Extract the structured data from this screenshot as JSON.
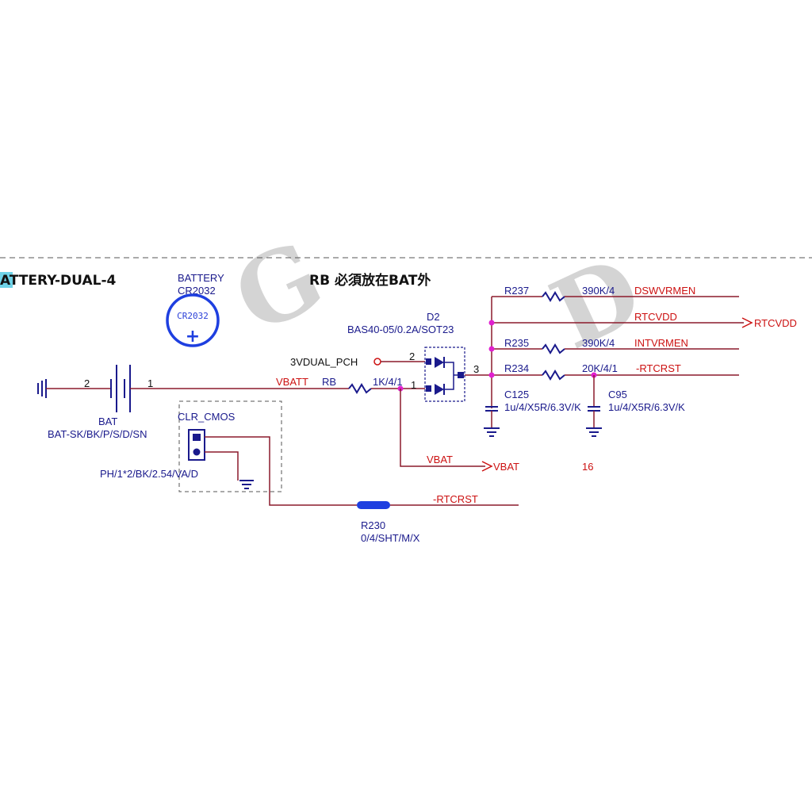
{
  "title": {
    "sheet": "ATTERY-DUAL-4",
    "note": "RB 必須放在BAT外"
  },
  "watermark": [
    "G",
    "D"
  ],
  "battery_symbol": {
    "ref": "BATTERY",
    "type": "CR2032",
    "inner_label": "CR2032",
    "plus": "+"
  },
  "bat": {
    "ref": "BAT",
    "part": "BAT-SK/BK/P/S/D/SN",
    "pin_left": "2",
    "pin_right": "1"
  },
  "clr_cmos": {
    "ref": "CLR_CMOS",
    "part": "PH/1*2/BK/2.54/VA/D"
  },
  "r230": {
    "ref": "R230",
    "value": "0/4/SHT/M/X"
  },
  "net_vbatt": "VBATT",
  "rb": {
    "ref": "RB",
    "value": "1K/4/1",
    "pin": "1"
  },
  "net_3vdual": "3VDUAL_PCH",
  "d2": {
    "ref": "D2",
    "part": "BAS40-05/0.2A/SOT23",
    "pin2": "2",
    "pin1": "1",
    "pin3": "3"
  },
  "resistors": [
    {
      "ref": "R237",
      "value": "390K/4",
      "net": "DSWVRMEN"
    },
    {
      "ref": "R235",
      "value": "390K/4",
      "net": "INTVRMEN"
    },
    {
      "ref": "R234",
      "value": "20K/4/1",
      "net": "-RTCRST"
    }
  ],
  "net_rtcvdd": "RTCVDD",
  "port_rtcvdd": "RTCVDD",
  "c125": {
    "ref": "C125",
    "value": "1u/4/X5R/6.3V/K"
  },
  "c95": {
    "ref": "C95",
    "value": "1u/4/X5R/6.3V/K"
  },
  "net_vbat": "VBAT",
  "port_vbat": "VBAT",
  "page_num": "16",
  "net_rtcrst_bottom": "-RTCRST"
}
